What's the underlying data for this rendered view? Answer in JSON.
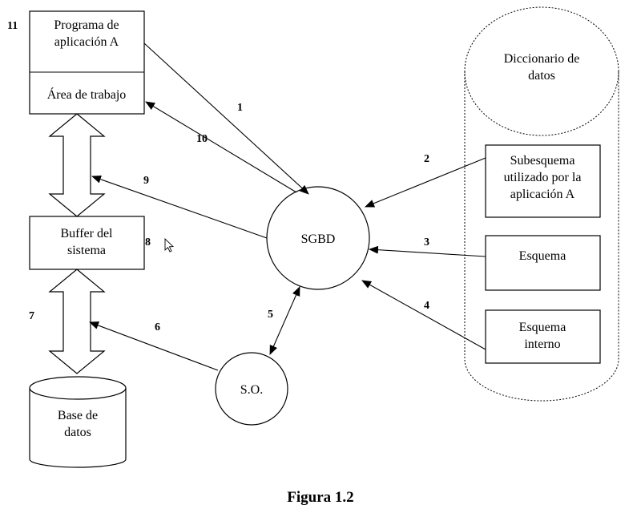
{
  "nodes": {
    "program": {
      "line1": "Programa de",
      "line2": "aplicación A"
    },
    "work_area": {
      "label": "Área de trabajo"
    },
    "buffer": {
      "line1": "Buffer del",
      "line2": "sistema"
    },
    "database": {
      "line1": "Base de",
      "line2": "datos"
    },
    "sgbd": {
      "label": "SGBD"
    },
    "so": {
      "label": "S.O."
    },
    "dictionary": {
      "line1": "Diccionario de",
      "line2": "datos"
    },
    "subschema": {
      "line1": "Subesquema",
      "line2": "utilizado por la",
      "line3": "aplicación A"
    },
    "schema": {
      "label": "Esquema"
    },
    "internal_schema": {
      "line1": "Esquema",
      "line2": "interno"
    }
  },
  "step_numbers": {
    "n1": "1",
    "n2": "2",
    "n3": "3",
    "n4": "4",
    "n5": "5",
    "n6": "6",
    "n7": "7",
    "n8": "8",
    "n9": "9",
    "n10": "10",
    "n11": "11"
  },
  "caption": "Figura 1.2"
}
